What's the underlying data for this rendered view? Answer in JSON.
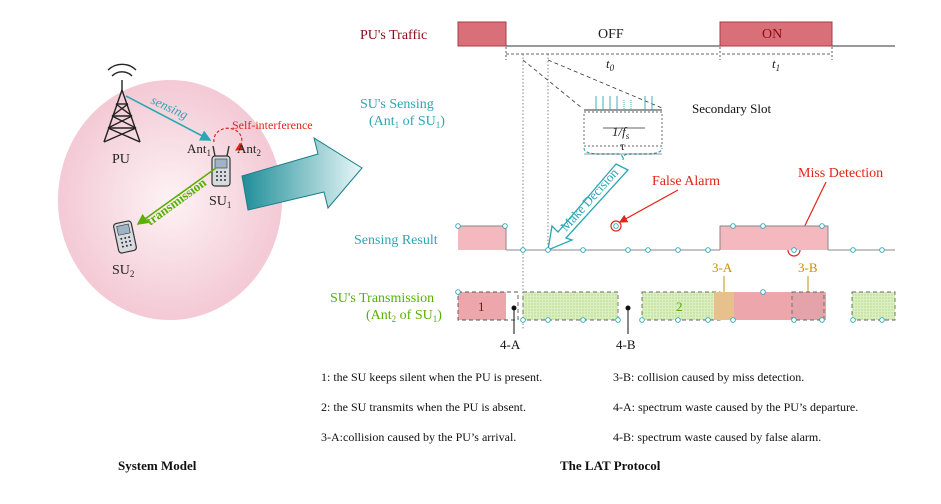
{
  "colors": {
    "pu_fill": "#d96f78",
    "pu_stroke": "#a63c48",
    "pu_label": "#8b0a14",
    "teal": "#2aa7b3",
    "green": "#58b000",
    "red": "#e0241a",
    "gold": "#c78f0a",
    "circle_fill": "#f9dde4",
    "sense_fill": "#f3b9bf",
    "trans_pu_fill": "#eea6ad",
    "trans_green_fill": "#d5ecb4"
  },
  "system_model": {
    "caption": "System Model",
    "pu_label": "PU",
    "su1_label": "SU",
    "su1_sub": "1",
    "su2_label": "SU",
    "su2_sub": "2",
    "ant1": "Ant",
    "ant1_sub": "1",
    "ant2": "Ant",
    "ant2_sub": "2",
    "sensing": "sensing",
    "transmission": "transmission",
    "self_interference": "Self-interference"
  },
  "lat": {
    "caption": "The LAT Protocol",
    "pu_traffic": "PU's Traffic",
    "off": "OFF",
    "on": "ON",
    "t0": "t",
    "t0_sub": "0",
    "t1": "t",
    "t1_sub": "1",
    "su_sensing_1": "SU's Sensing",
    "su_sensing_2": "(Ant",
    "su_sensing_2_sub": "1",
    "su_sensing_2_mid": " of SU",
    "su_sensing_2_sub2": "1",
    "su_sensing_2_end": ")",
    "secondary_slot": "Secondary Slot",
    "fs": "1/f",
    "fs_sub": "s",
    "tau": "τ",
    "make_decision": "Make Decision",
    "false_alarm": "False Alarm",
    "miss_detection": "Miss Detection",
    "sensing_result": "Sensing Result",
    "su_trans_1": "SU's  Transmission",
    "su_trans_2": "(Ant",
    "su_trans_2_sub": "2",
    "su_trans_2_mid": " of SU",
    "su_trans_2_sub2": "1",
    "su_trans_2_end": ")",
    "label_1": "1",
    "label_2": "2",
    "label_3a": "3-A",
    "label_3b": "3-B",
    "label_4a": "4-A",
    "label_4b": "4-B"
  },
  "legend": [
    "1: the SU keeps silent when the PU is present.",
    "3-B: collision caused by miss detection.",
    "2: the SU transmits when the PU is absent.",
    "4-A: spectrum waste caused by the PU’s departure.",
    "3-A:collision caused by the PU’s arrival.",
    "4-B: spectrum waste caused by false alarm."
  ]
}
